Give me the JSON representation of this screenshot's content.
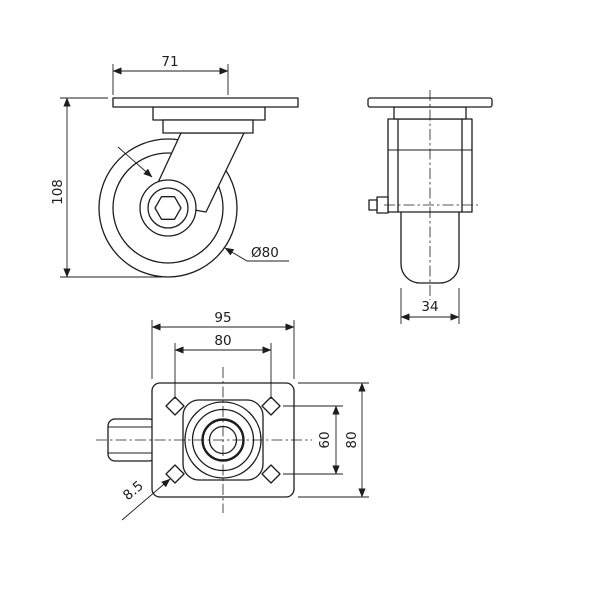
{
  "page": {
    "background": "#ffffff",
    "line_color": "#1d1d1d",
    "description": "Three-view technical drawing of a swivel plate caster wheel"
  },
  "drawing": {
    "front_view": {
      "dim_top_width": "71",
      "dim_height": "108",
      "dim_wheel_diameter": "Ø80"
    },
    "side_view": {
      "dim_wheel_width": "34"
    },
    "plan_view": {
      "dim_plate_width": "95",
      "dim_bolt_spacing_h": "80",
      "dim_bolt_spacing_v": "60",
      "dim_plate_height": "80",
      "dim_hole": "8.5"
    }
  }
}
